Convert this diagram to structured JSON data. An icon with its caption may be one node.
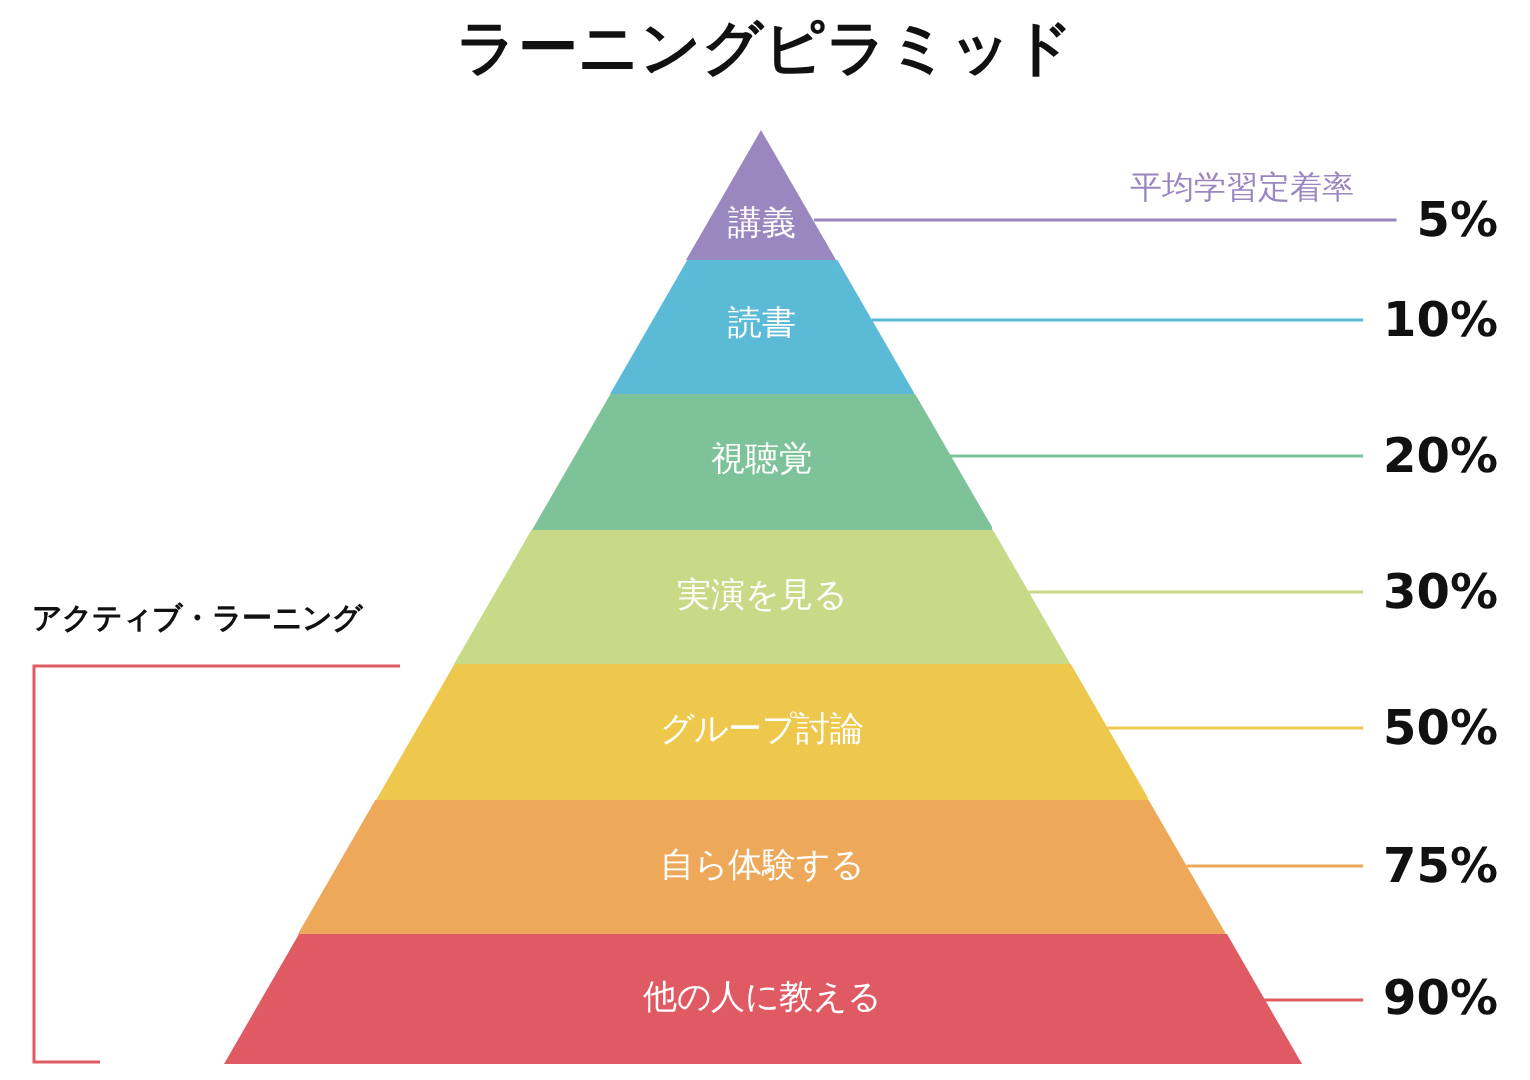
{
  "diagram": {
    "title": "ラーニングピラミッド",
    "nodes": [
      {
        "text": [
          "講義"
        ]
      },
      {
        "text": [
          "読書"
        ]
      },
      {
        "text": [
          "視聴覚"
        ]
      },
      {
        "text": [
          "実演を見る"
        ]
      },
      {
        "text": [
          "グループ討論"
        ]
      },
      {
        "text": [
          "自ら体験する"
        ]
      },
      {
        "text": [
          "他の人に教える"
        ]
      },
      {
        "text": [
          "5%"
        ]
      },
      {
        "text": [
          "10%"
        ]
      },
      {
        "text": [
          "20%"
        ]
      },
      {
        "text": [
          "30%"
        ]
      },
      {
        "text": [
          "50%"
        ]
      },
      {
        "text": [
          "75%"
        ]
      },
      {
        "text": [
          "90%"
        ]
      }
    ],
    "edges": [
      {
        "from": 7,
        "to": 0,
        "arrow": "none",
        "color": "#9b87c0"
      },
      {
        "from": 8,
        "to": 1,
        "arrow": "none",
        "color": "#5bbad5"
      },
      {
        "from": 9,
        "to": 2,
        "arrow": "none",
        "color": "#7dc298"
      },
      {
        "from": 10,
        "to": 3,
        "arrow": "none",
        "color": "#c8da88"
      },
      {
        "from": 11,
        "to": 4,
        "arrow": "none",
        "color": "#eec84d"
      },
      {
        "from": 12,
        "to": 5,
        "arrow": "none",
        "color": "#eda85a"
      },
      {
        "from": 13,
        "to": 6,
        "arrow": "none",
        "color": "#e05a64"
      }
    ],
    "labels": [
      "平均学習定着率",
      "アクティブ・ラーニング"
    ]
  }
}
